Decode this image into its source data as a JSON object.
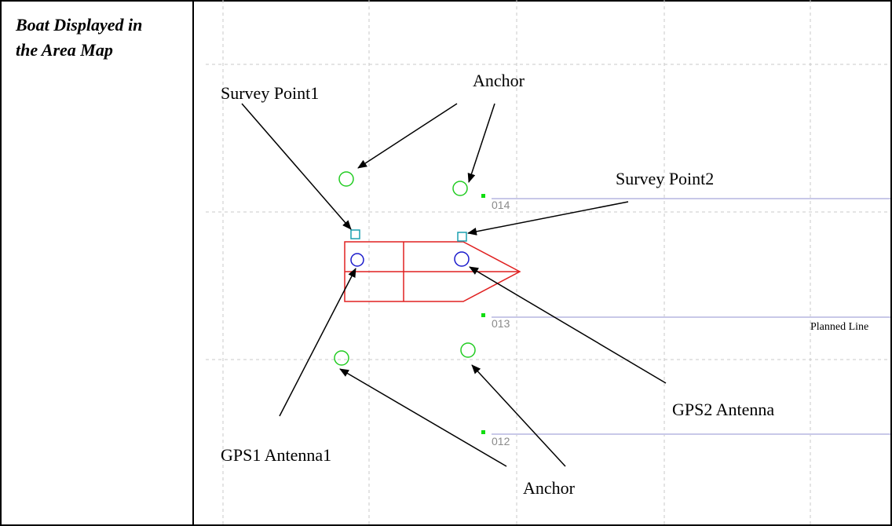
{
  "row_label": {
    "line1": "Boat Displayed in",
    "line2": "the Area Map"
  },
  "annotations": {
    "survey_point1": "Survey Point1",
    "survey_point2": "Survey Point2",
    "anchor_top": "Anchor",
    "anchor_bottom": "Anchor",
    "gps1": "GPS1 Antenna1",
    "gps2": "GPS2 Antenna"
  },
  "planned_lines": [
    "014",
    "013",
    "012"
  ],
  "planned_line_label": "Planned Line",
  "colors": {
    "boat_outline": "#e02020",
    "anchor": "#22cc22",
    "gps_antenna": "#1a1acc",
    "survey_point": "#1aa0b0",
    "planned_line": "#c8c8e8",
    "line_marker": "#11dd11",
    "grid": "#c8c8c8"
  }
}
